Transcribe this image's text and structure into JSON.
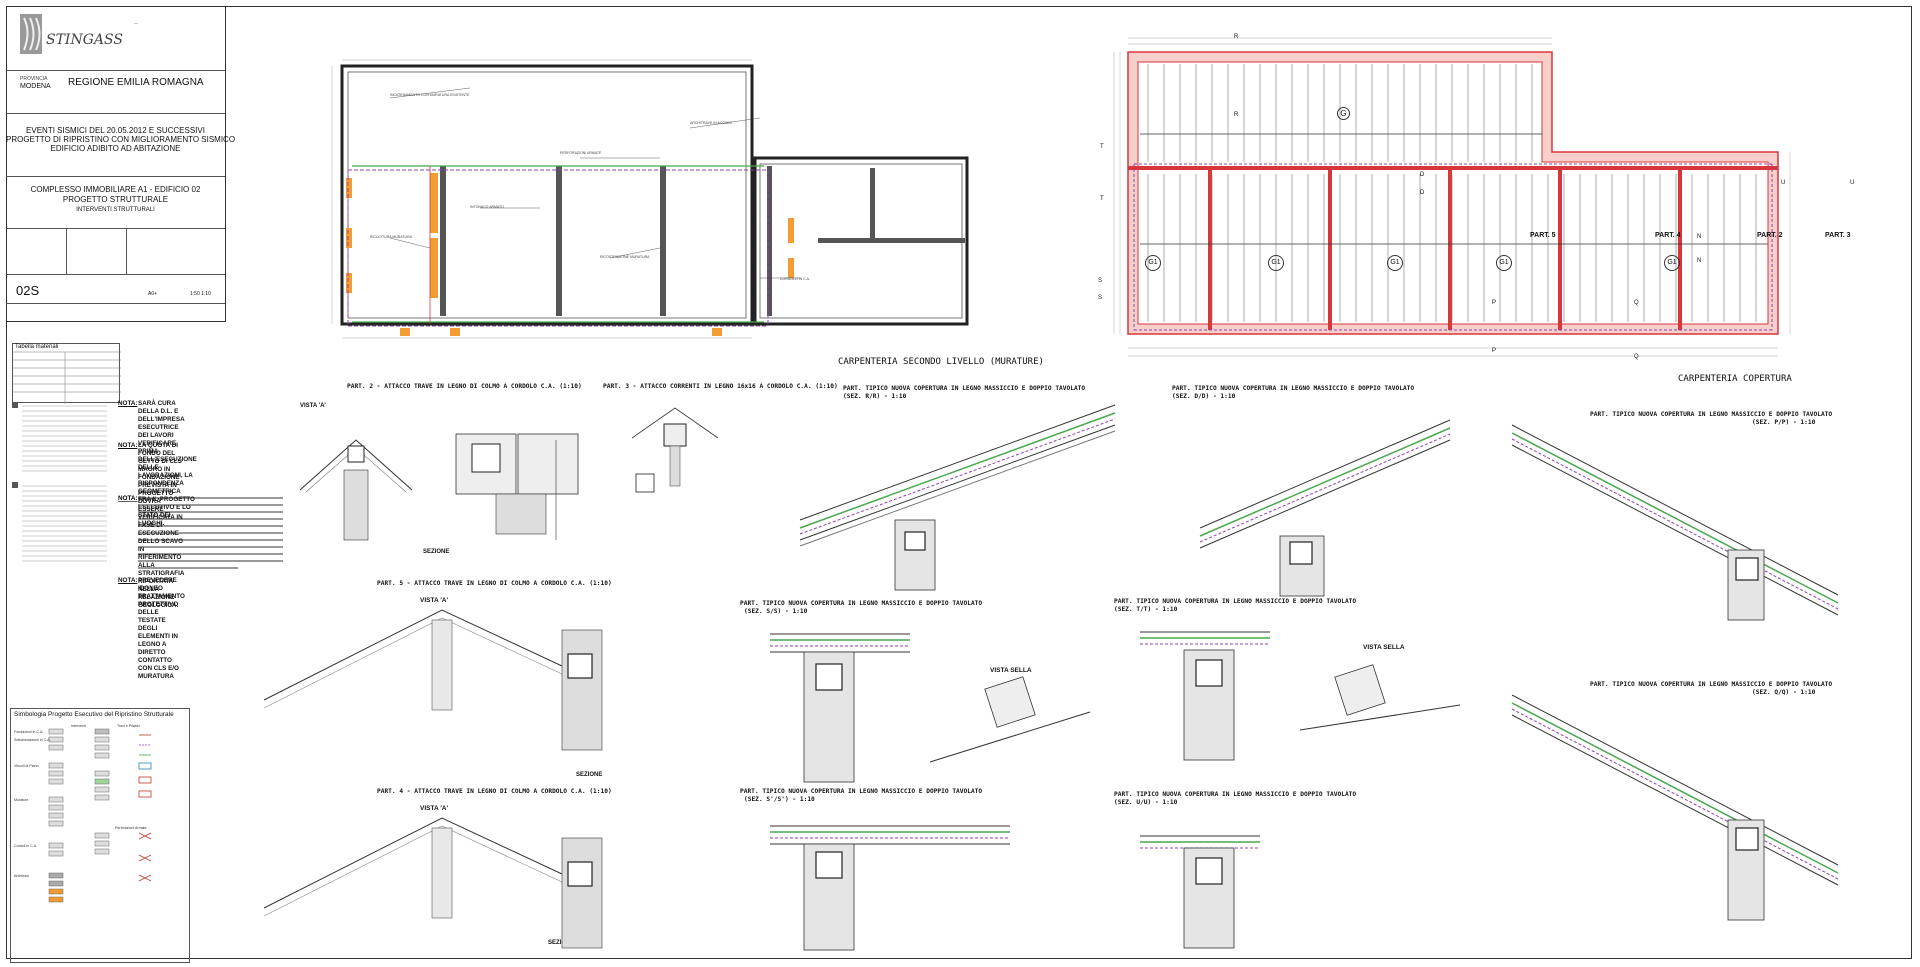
{
  "title_block": {
    "company": "STINGASS",
    "province_label": "PROVINCIA",
    "province": "MODENA",
    "region": "REGIONE EMILIA ROMAGNA",
    "project_lines": [
      "EVENTI SISMICI DEL 20.05.2012 E SUCCESSIVI",
      "PROGETTO DI RIPRISTINO CON MIGLIORAMENTO SISMICO",
      "EDIFICIO ADIBITO AD ABITAZIONE"
    ],
    "subject_lines": [
      "COMPLESSO IMMOBILIARE A1 - EDIFICIO 02",
      "PROGETTO STRUTTURALE"
    ],
    "subject_sub": "INTERVENTI STRUTTURALI",
    "sheet_number": "02S",
    "format": "A0+",
    "scale": "1:50 1:10"
  },
  "materials_title": "Tabella materiali",
  "notes": [
    {
      "label": "NOTA:",
      "text": [
        "SARÀ CURA DELLA D.L. E DELL'IMPRESA ESECUTRICE",
        "DEI LAVORI VERIFICARE, PRIMA DELL'ESECUZIONE",
        "DELLE LAVORAZIONI, LA RISPONDENZA GEOMETRICA",
        "TRA IL PROGETTO ESECUTIVO E LO STATO DEI LUOGHI."
      ]
    },
    {
      "label": "NOTA:",
      "text": [
        "LA QUOTA DI FONDO DEL GETTO DI CLS MAGRO IN",
        "FONDAZIONE PREVISTA IN PROGETTO DOVRA' ESSERE",
        "VERIFICATA IN FASE DI ESECUZIONE DELLO SCAVO IN",
        "RIFERIMENTO ALLA STRATIGRAFIA RIPORTATA",
        "NELLA RELAZIONE GEOLOGICA."
      ]
    },
    {
      "label": "NOTA:",
      "text": [
        "PREVEDERE IDONEO TRATTAMENTO PROTETTIVO",
        "DELLE TESTATE DEGLI ELEMENTI IN LEGNO A",
        "DIRETTO CONTATTO CON CLS E/O MURATURA"
      ]
    }
  ],
  "legend_title": "Simbologia Progetto Esecutivo del Ripristino Strutturale",
  "plans": {
    "left_caption": "CARPENTERIA SECONDO LIVELLO (MURATURE)",
    "right_caption": "CARPENTERIA COPERTURA",
    "parts": [
      "PART. 5",
      "PART. 4",
      "PART. 2",
      "PART. 3"
    ],
    "beam_tags": [
      "G",
      "G1",
      "G1",
      "G1",
      "G1",
      "G1"
    ],
    "section_marks": [
      "R",
      "R",
      "S",
      "S",
      "P",
      "P",
      "Q",
      "Q",
      "U",
      "U",
      "N",
      "N",
      "T",
      "T",
      "D",
      "D"
    ]
  },
  "details": [
    {
      "title": "PART. 2 - ATTACCO TRAVE IN LEGNO DI COLMO A CORDOLO C.A. (1:10)",
      "sub": "VISTA 'A'"
    },
    {
      "title": "PART. 3 - ATTACCO CORRENTI IN LEGNO 16x16 A CORDOLO C.A. (1:10)",
      "sub": ""
    },
    {
      "title": "PART. TIPICO NUOVA COPERTURA IN LEGNO MASSICCIO E DOPPIO TAVOLATO",
      "sub": "(SEZ. R/R) - 1:10"
    },
    {
      "title": "PART. TIPICO NUOVA COPERTURA IN LEGNO MASSICCIO E DOPPIO TAVOLATO",
      "sub": "(SEZ. D/D) - 1:10"
    },
    {
      "title": "PART. TIPICO NUOVA COPERTURA IN LEGNO MASSICCIO E DOPPIO TAVOLATO",
      "sub": "(SEZ. P/P) - 1:10"
    },
    {
      "title": "PART. 5 - ATTACCO TRAVE IN LEGNO DI COLMO A CORDOLO C.A. (1:10)",
      "sub": "VISTA 'A'"
    },
    {
      "title": "PART. TIPICO NUOVA COPERTURA IN LEGNO MASSICCIO E DOPPIO TAVOLATO",
      "sub": "(SEZ. S/S) - 1:10"
    },
    {
      "title": "PART. TIPICO NUOVA COPERTURA IN LEGNO MASSICCIO E DOPPIO TAVOLATO",
      "sub": "(SEZ. T/T) - 1:10"
    },
    {
      "title": "PART. TIPICO NUOVA COPERTURA IN LEGNO MASSICCIO E DOPPIO TAVOLATO",
      "sub": "(SEZ. Q/Q) - 1:10"
    },
    {
      "title": "PART. 4 - ATTACCO TRAVE IN LEGNO DI COLMO A CORDOLO C.A. (1:10)",
      "sub": "VISTA 'A'"
    },
    {
      "title": "PART. TIPICO NUOVA COPERTURA IN LEGNO MASSICCIO E DOPPIO TAVOLATO",
      "sub": "(SEZ. S'/S') - 1:10"
    },
    {
      "title": "PART. TIPICO NUOVA COPERTURA IN LEGNO MASSICCIO E DOPPIO TAVOLATO",
      "sub": "(SEZ. U/U) - 1:10"
    }
  ],
  "labels": {
    "sezione": "SEZIONE",
    "vista_sella": "VISTA SELLA"
  },
  "colors": {
    "pink_fill": "#f7d0cc",
    "red_line": "#d9363b",
    "orange": "#f39c33",
    "green": "#4aa84f",
    "purple": "#8e44ad"
  }
}
